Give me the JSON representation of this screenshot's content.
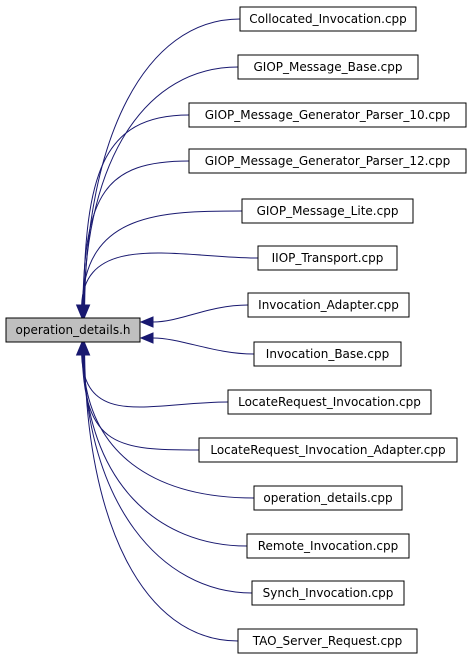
{
  "root": {
    "label": "operation_details.h"
  },
  "includers": [
    {
      "label": "Collocated_Invocation.cpp"
    },
    {
      "label": "GIOP_Message_Base.cpp"
    },
    {
      "label": "GIOP_Message_Generator_Parser_10.cpp"
    },
    {
      "label": "GIOP_Message_Generator_Parser_12.cpp"
    },
    {
      "label": "GIOP_Message_Lite.cpp"
    },
    {
      "label": "IIOP_Transport.cpp"
    },
    {
      "label": "Invocation_Adapter.cpp"
    },
    {
      "label": "Invocation_Base.cpp"
    },
    {
      "label": "LocateRequest_Invocation.cpp"
    },
    {
      "label": "LocateRequest_Invocation_Adapter.cpp"
    },
    {
      "label": "operation_details.cpp"
    },
    {
      "label": "Remote_Invocation.cpp"
    },
    {
      "label": "Synch_Invocation.cpp"
    },
    {
      "label": "TAO_Server_Request.cpp"
    }
  ],
  "colors": {
    "edge": "#191970",
    "root_fill": "#bfbfbf",
    "box_border": "#000000"
  }
}
